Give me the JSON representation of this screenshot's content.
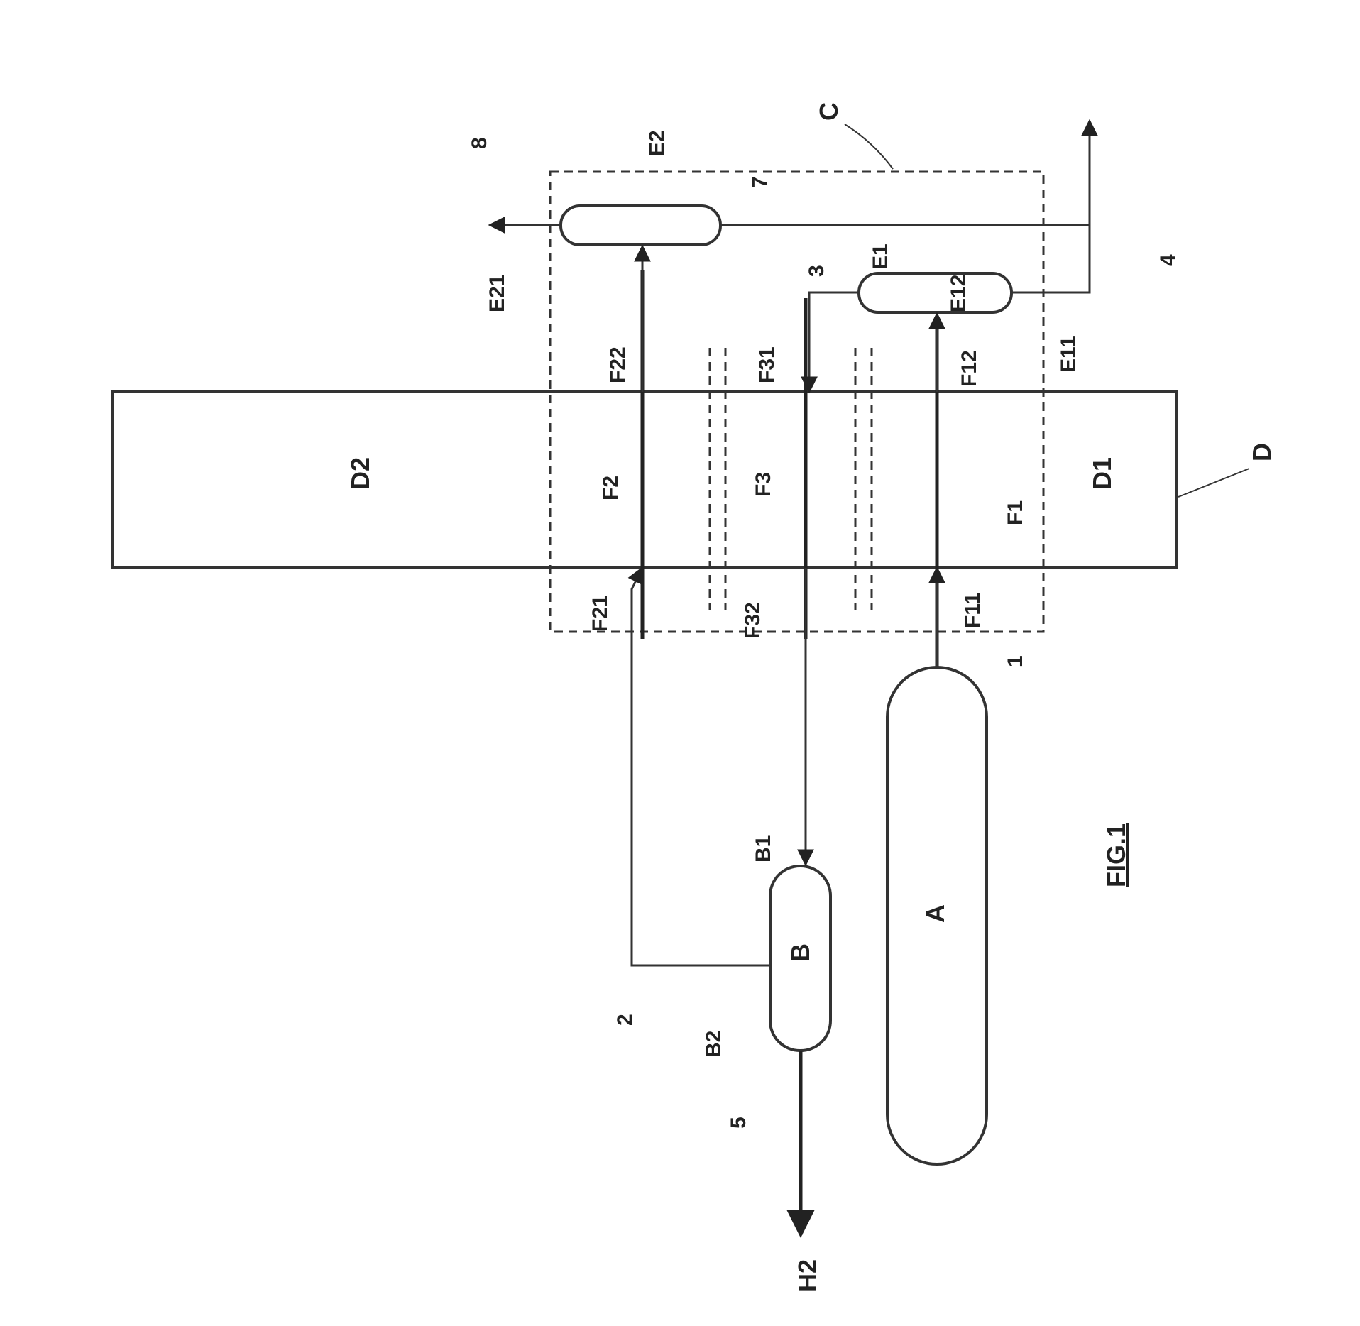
{
  "labels": {
    "D2": "D2",
    "D1": "D1",
    "D": "D",
    "C": "C",
    "A": "A",
    "B": "B",
    "B1": "B1",
    "B2": "B2",
    "E1": "E1",
    "E2": "E2",
    "E11": "E11",
    "E12": "E12",
    "E21": "E21",
    "F1": "F1",
    "F2": "F2",
    "F3": "F3",
    "F11": "F11",
    "F12": "F12",
    "F21": "F21",
    "F22": "F22",
    "F31": "F31",
    "F32": "F32",
    "n1": "1",
    "n2": "2",
    "n3": "3",
    "n4": "4",
    "n5": "5",
    "n7": "7",
    "n8": "8",
    "H2": "H2",
    "fig": "FIG.1"
  }
}
